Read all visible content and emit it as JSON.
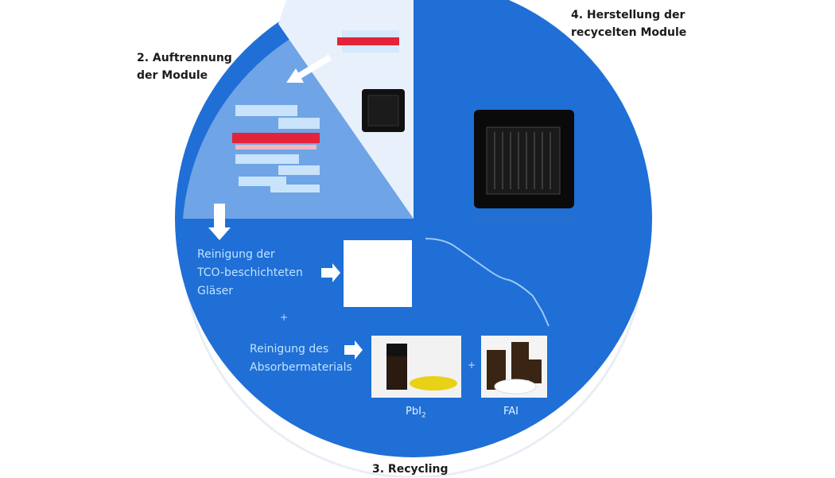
{
  "steps": {
    "step2": {
      "line1": "2. Auftrennung",
      "line2": "der Module"
    },
    "step3": {
      "title": "3. Recycling"
    },
    "step4": {
      "line1": "4. Herstellung der",
      "line2": "recycelten Module"
    }
  },
  "recycling": {
    "glass_line1": "Reinigung der",
    "glass_line2": "TCO-beschichteten",
    "glass_line3": "Gläser",
    "absorber_line1": "Reinigung des",
    "absorber_line2": "Absorbermaterials",
    "plus_symbol": "+",
    "chem1_main": "PbI",
    "chem1_sub": "2",
    "chem2": "FAI"
  },
  "colors": {
    "circle_blue": "#1f6fd6",
    "light_wedge": "#6fa4e6",
    "pale_wedge": "#e8f1fb",
    "cell_red": "#e2233a"
  }
}
